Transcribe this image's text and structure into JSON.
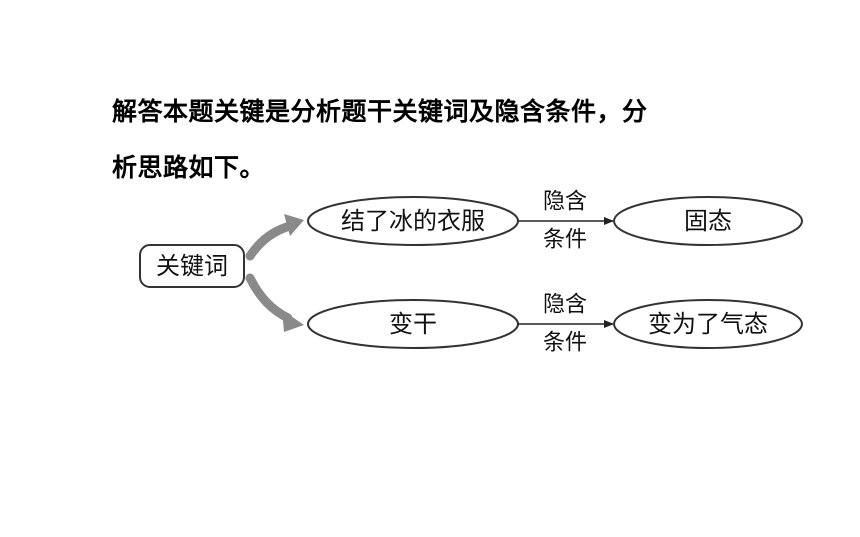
{
  "intro": {
    "line1": "解答本题关键是分析题干关键词及隐含条件，分",
    "line2": "析思路如下。"
  },
  "diagram": {
    "root": "关键词",
    "branch_top": {
      "keyword": "结了冰的衣服",
      "link_line1": "隐含",
      "link_line2": "条件",
      "result": "固态"
    },
    "branch_bottom": {
      "keyword": "变干",
      "link_line1": "隐含",
      "link_line2": "条件",
      "result": "变为了气态"
    }
  },
  "colors": {
    "curved_arrow": "#888888",
    "outline": "#333333"
  }
}
